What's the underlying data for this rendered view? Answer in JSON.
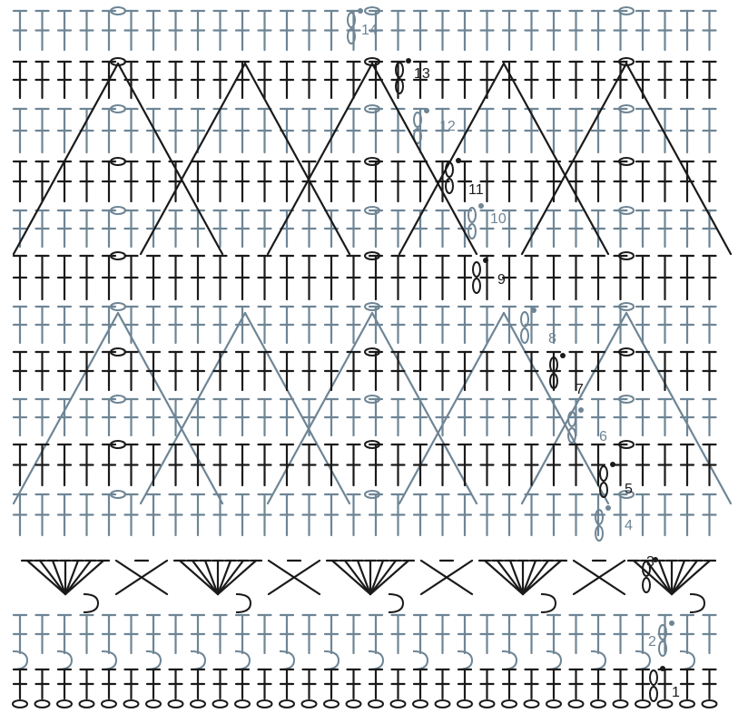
{
  "colors": {
    "black": "#1a1a1a",
    "grey": "#6e8595",
    "background": "#ffffff"
  },
  "chart": {
    "row_numbers": [
      {
        "label": "1",
        "row": 1,
        "tone": "black"
      },
      {
        "label": "2",
        "row": 2,
        "tone": "grey"
      },
      {
        "label": "3",
        "row": 3,
        "tone": "black"
      },
      {
        "label": "4",
        "row": 4,
        "tone": "grey"
      },
      {
        "label": "5",
        "row": 5,
        "tone": "black"
      },
      {
        "label": "6",
        "row": 6,
        "tone": "grey"
      },
      {
        "label": "7",
        "row": 7,
        "tone": "black"
      },
      {
        "label": "8",
        "row": 8,
        "tone": "grey"
      },
      {
        "label": "9",
        "row": 9,
        "tone": "black"
      },
      {
        "label": "10",
        "row": 10,
        "tone": "grey"
      },
      {
        "label": "11",
        "row": 11,
        "tone": "black"
      },
      {
        "label": "12",
        "row": 12,
        "tone": "grey"
      },
      {
        "label": "13",
        "row": 13,
        "tone": "black"
      },
      {
        "label": "14",
        "row": 14,
        "tone": "grey"
      }
    ]
  }
}
